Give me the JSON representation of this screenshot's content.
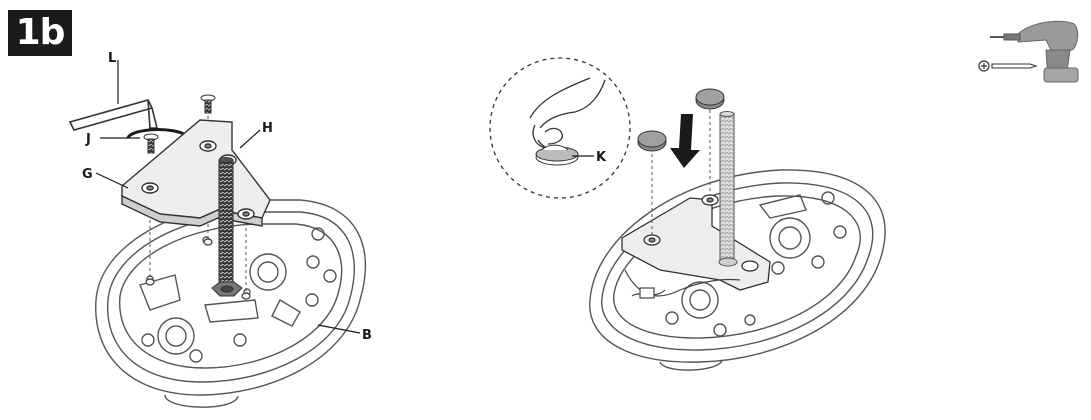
{
  "step": {
    "label": "1b"
  },
  "left_panel": {
    "labels": {
      "L": "L",
      "J": "J",
      "G": "G",
      "H": "H",
      "B": "B"
    }
  },
  "right_panel": {
    "labels": {
      "K": "K"
    }
  },
  "tool": {
    "drill_icon": "power-drill-icon",
    "bit_icon": "phillips-screwdriver-bit-icon",
    "bit_symbol": "⊕"
  },
  "colors": {
    "ink": "#1a1a1a",
    "line": "#555555",
    "light_line": "#9a9a9a",
    "plate_fill": "#e6e6e6",
    "disc_fill": "#8a8a8a"
  }
}
